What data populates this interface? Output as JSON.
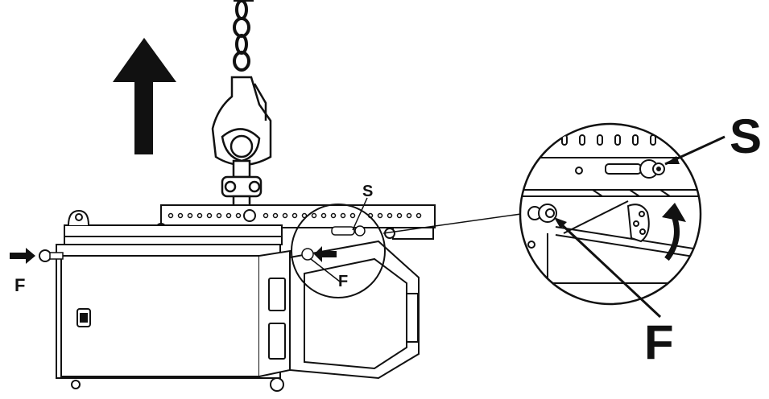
{
  "labels": {
    "front_pin_left": "F",
    "safety_pin_small": "S",
    "front_pin_small": "F",
    "safety_pin_large": "S",
    "front_pin_large": "F"
  }
}
